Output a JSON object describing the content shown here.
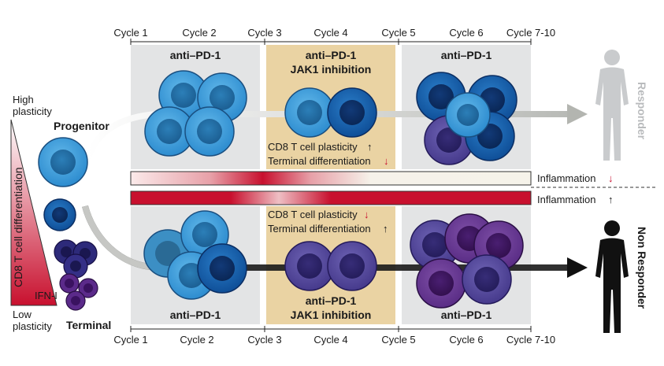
{
  "cycles": {
    "top": [
      "Cycle 1",
      "Cycle 2",
      "Cycle 3",
      "Cycle 4",
      "Cycle 5",
      "Cycle 6",
      "Cycle 7-10"
    ],
    "bottom": [
      "Cycle 1",
      "Cycle 2",
      "Cycle 3",
      "Cycle 4",
      "Cycle 5",
      "Cycle 6",
      "Cycle 7-10"
    ]
  },
  "panels": {
    "top_left": "anti–PD-1",
    "top_mid_1": "anti–PD-1",
    "top_mid_2": "JAK1 inhibition",
    "top_right": "anti–PD-1",
    "bottom_left": "anti–PD-1",
    "bottom_mid_1": "anti–PD-1",
    "bottom_mid_2": "JAK1 inhibition",
    "bottom_right": "anti–PD-1"
  },
  "responder": {
    "plasticity": "CD8 T cell plasticity",
    "plasticity_arrow": "↑",
    "terminal": "Terminal differentiation",
    "terminal_arrow": "↓",
    "inflammation": "Inflammation",
    "inflammation_arrow": "↓",
    "label": "Responder"
  },
  "non_responder": {
    "plasticity": "CD8 T cell plasticity",
    "plasticity_arrow": "↓",
    "terminal": "Terminal differentiation",
    "terminal_arrow": "↑",
    "inflammation": "Inflammation",
    "inflammation_arrow": "↑",
    "label": "Non Responder"
  },
  "left_axis": {
    "high": [
      "High",
      "plasticity"
    ],
    "low": [
      "Low",
      "plasticity"
    ],
    "axis_label": "CD8 T cell  differentiation",
    "ifn": "IFN-I",
    "progenitor": "Progenitor",
    "terminal": "Terminal"
  },
  "colors": {
    "panel_grey": "#e3e4e5",
    "panel_tan": "#ead3a3",
    "red": "#c8102e",
    "cell_light": "#3f9fd8",
    "cell_dark": "#1565b0",
    "cell_purple": "#5a4a9a",
    "cell_violet": "#6b3a8c"
  }
}
